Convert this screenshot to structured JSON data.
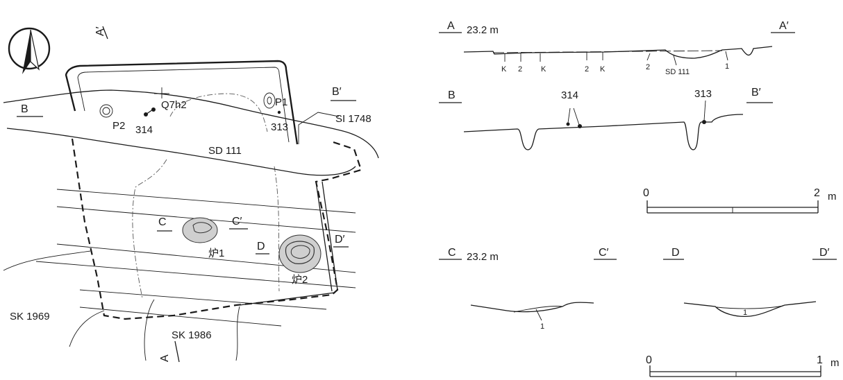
{
  "plan": {
    "section_markers": {
      "a": "A",
      "a_prime": "A′",
      "b": "B",
      "b_prime": "B′",
      "c": "C",
      "c_prime": "C′",
      "d": "D",
      "d_prime": "D′"
    },
    "features": {
      "q7": "Q7h2",
      "p1": "P1",
      "p2": "P2",
      "pit_314": "314",
      "pit_313": "313",
      "ditch": "SD 111",
      "si_1748": "SI 1748",
      "sk_1969": "SK 1969",
      "sk_1986": "SK 1986",
      "hearth_1": "炉1",
      "hearth_2": "炉2"
    }
  },
  "sections": {
    "aa": {
      "start": "A",
      "end": "A′",
      "elevation": "23.2 m",
      "layers": [
        "K",
        "2",
        "K",
        "2",
        "K",
        "2",
        "SD 111",
        "1"
      ]
    },
    "bb": {
      "start": "B",
      "end": "B′",
      "pits": [
        "314",
        "313"
      ]
    },
    "cc": {
      "start": "C",
      "end": "C′",
      "elevation": "23.2 m",
      "layer": "1"
    },
    "dd": {
      "start": "D",
      "end": "D′",
      "layer": "1"
    }
  },
  "scales": {
    "upper": {
      "zero": "0",
      "max": "2",
      "unit": "m"
    },
    "lower": {
      "zero": "0",
      "max": "1",
      "unit": "m"
    }
  }
}
